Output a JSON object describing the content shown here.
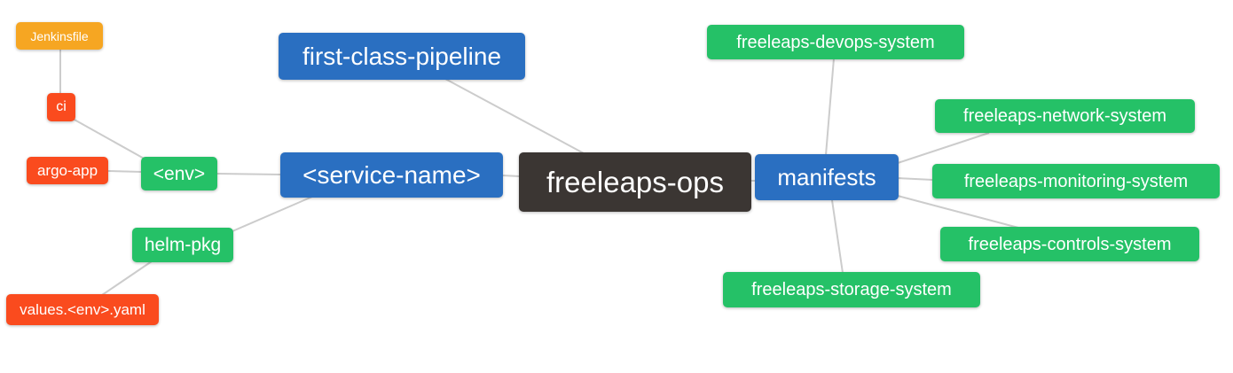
{
  "diagram": {
    "type": "mindmap",
    "root_label": "freeleaps-ops",
    "nodes": [
      {
        "id": "jenkinsfile",
        "label": "Jenkinsfile",
        "color": "orange"
      },
      {
        "id": "ci",
        "label": "ci",
        "color": "red"
      },
      {
        "id": "argo-app",
        "label": "argo-app",
        "color": "red"
      },
      {
        "id": "env",
        "label": "<env>",
        "color": "green"
      },
      {
        "id": "first-class-pipeline",
        "label": "first-class-pipeline",
        "color": "blue"
      },
      {
        "id": "service-name",
        "label": "<service-name>",
        "color": "blue"
      },
      {
        "id": "helm-pkg",
        "label": "helm-pkg",
        "color": "green"
      },
      {
        "id": "values-env-yaml",
        "label": "values.<env>.yaml",
        "color": "red"
      },
      {
        "id": "freeleaps-ops",
        "label": "freeleaps-ops",
        "color": "dark"
      },
      {
        "id": "manifests",
        "label": "manifests",
        "color": "blue"
      },
      {
        "id": "freeleaps-devops-system",
        "label": "freeleaps-devops-system",
        "color": "green"
      },
      {
        "id": "freeleaps-network-system",
        "label": "freeleaps-network-system",
        "color": "green"
      },
      {
        "id": "freeleaps-monitoring-system",
        "label": "freeleaps-monitoring-system",
        "color": "green"
      },
      {
        "id": "freeleaps-controls-system",
        "label": "freeleaps-controls-system",
        "color": "green"
      },
      {
        "id": "freeleaps-storage-system",
        "label": "freeleaps-storage-system",
        "color": "green"
      }
    ],
    "edges": [
      [
        "jenkinsfile",
        "ci"
      ],
      [
        "ci",
        "env"
      ],
      [
        "argo-app",
        "env"
      ],
      [
        "env",
        "service-name"
      ],
      [
        "helm-pkg",
        "service-name"
      ],
      [
        "values-env-yaml",
        "helm-pkg"
      ],
      [
        "service-name",
        "freeleaps-ops"
      ],
      [
        "first-class-pipeline",
        "freeleaps-ops"
      ],
      [
        "freeleaps-ops",
        "manifests"
      ],
      [
        "manifests",
        "freeleaps-devops-system"
      ],
      [
        "manifests",
        "freeleaps-network-system"
      ],
      [
        "manifests",
        "freeleaps-monitoring-system"
      ],
      [
        "manifests",
        "freeleaps-controls-system"
      ],
      [
        "manifests",
        "freeleaps-storage-system"
      ]
    ]
  },
  "colors": {
    "blue": "#2A6FC1",
    "green": "#25C167",
    "red": "#FA4B1E",
    "orange": "#F6A622",
    "dark": "#3B3633",
    "edge": "#CCCCCC",
    "text": "#FFFFFF",
    "background": "#FFFFFF"
  }
}
